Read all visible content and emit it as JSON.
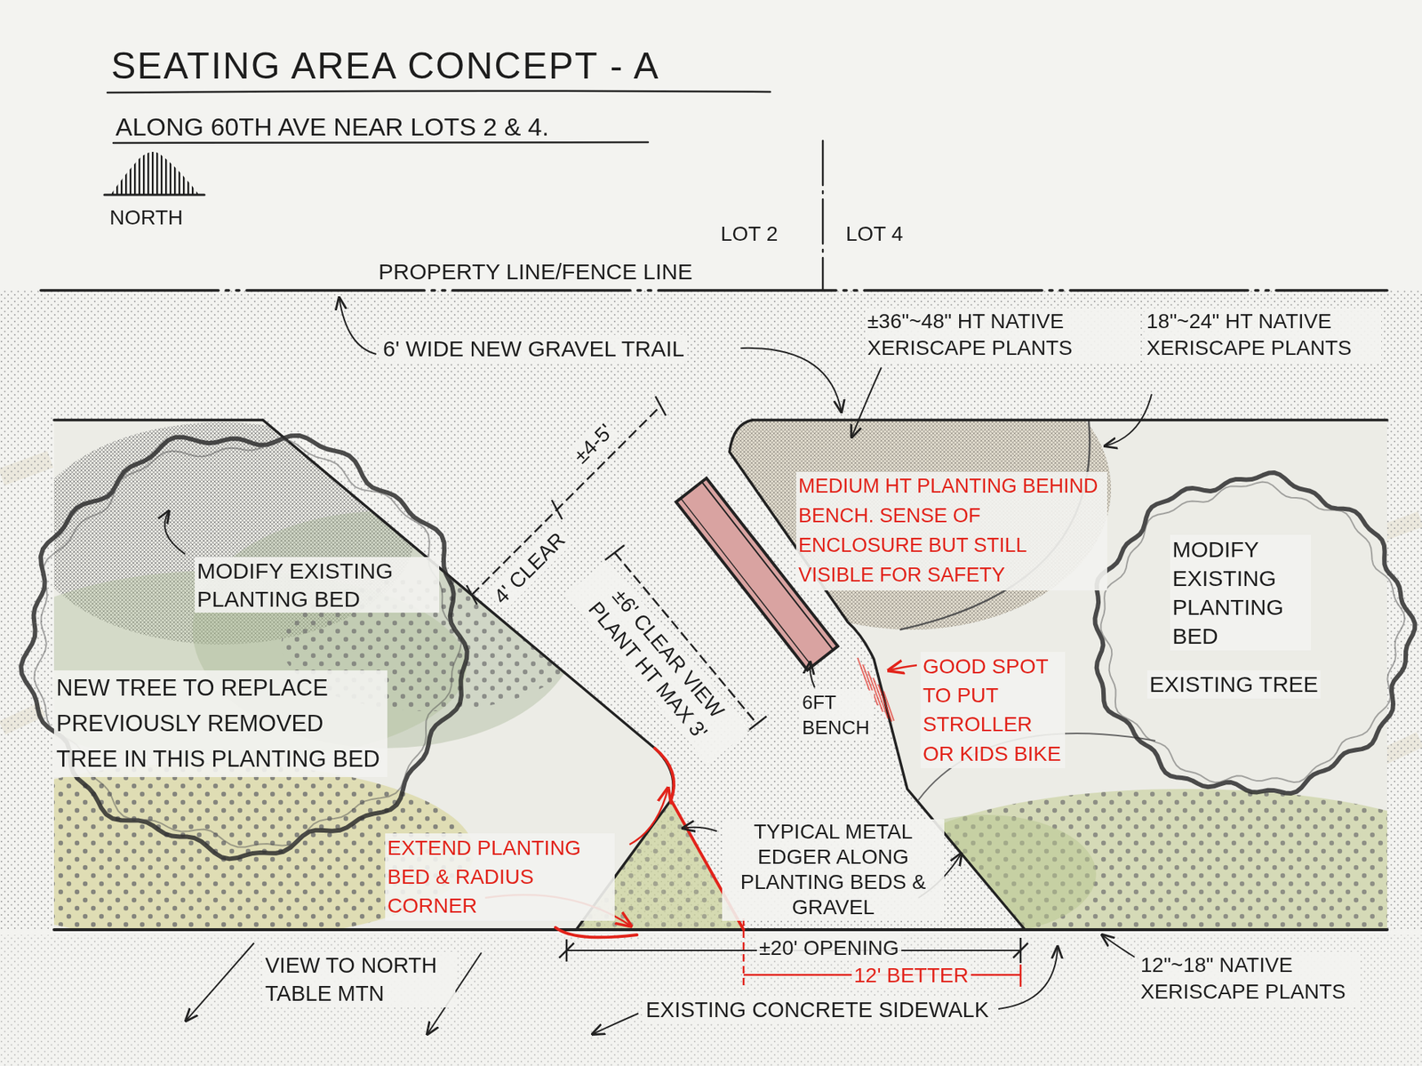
{
  "diagram": {
    "title": "SEATING AREA CONCEPT - A",
    "nodes": [
      {
        "text": [
          "MODIFY EXISTING PLANTING BED"
        ]
      },
      {
        "text": [
          "MODIFY EXISTING PLANTING BED",
          "EXISTING TREE"
        ]
      }
    ],
    "labels": [
      "ALONG 60TH AVE NEAR LOTS 2 & 4.",
      "NORTH",
      "LOT 2",
      "LOT 4",
      "PROPERTY LINE/FENCE LINE",
      "6' WIDE NEW GRAVEL TRAIL",
      "±36\"~48\" HT NATIVE XERISCAPE PLANTS",
      "18\"~24\" HT NATIVE XERISCAPE PLANTS",
      "±4-5'",
      "4' CLEAR",
      "±6' CLEAR VIEW PLANT HT MAX 3'",
      "NEW TREE TO REPLACE PREVIOUSLY REMOVED TREE IN THIS PLANTING BED",
      "MEDIUM HT PLANTING BEHIND BENCH. SENSE OF ENCLOSURE BUT STILL VISIBLE FOR SAFETY",
      "GOOD SPOT TO PUT STROLLER OR KIDS BIKE",
      "6FT BENCH",
      "EXTEND PLANTING BED & RADIUS CORNER",
      "TYPICAL METAL EDGER ALONG PLANTING BEDS & GRAVEL",
      "±20' OPENING",
      "12' BETTER",
      "VIEW TO NORTH TABLE MTN",
      "EXISTING CONCRETE SIDEWALK",
      "12\"~18\" NATIVE XERISCAPE PLANTS"
    ]
  }
}
